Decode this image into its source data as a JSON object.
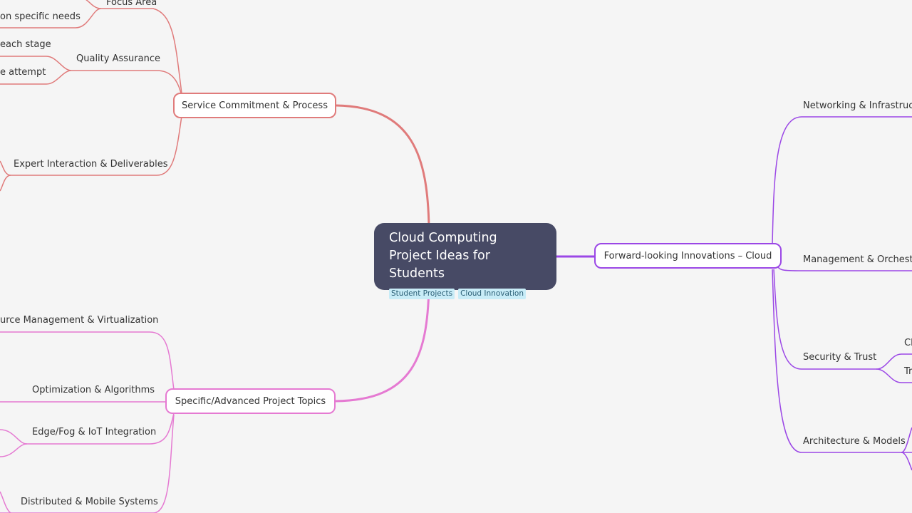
{
  "colors": {
    "background": "#f5f5f5",
    "central_fill": "#474a65",
    "branch_service": "#e07b7b",
    "branch_topics": "#e57ad2",
    "branch_innovations": "#9b47e6",
    "tag_fill": "#c8ecf7"
  },
  "central": {
    "title": "Cloud Computing Project Ideas for Students",
    "tags": [
      "Student Projects",
      "Cloud Innovation"
    ]
  },
  "branches": {
    "service": {
      "label": "Service Commitment & Process",
      "children": {
        "focus_area": "Focus Area",
        "specific_needs": "on specific needs",
        "quality_assurance": "Quality Assurance",
        "each_stage": "each stage",
        "attempt": "e attempt",
        "expert_interaction": "Expert Interaction & Deliverables"
      }
    },
    "topics": {
      "label": "Specific/Advanced Project Topics",
      "children": {
        "resource_mgmt": "urce Management & Virtualization",
        "optimization": "Optimization & Algorithms",
        "edge_fog": "Edge/Fog & IoT Integration",
        "distributed": "Distributed & Mobile Systems"
      }
    },
    "innovations": {
      "label": "Forward-looking Innovations – Cloud",
      "children": {
        "networking": "Networking & Infrastructu",
        "management": "Management & Orchestrat",
        "security": "Security & Trust",
        "security_c1": "Cl",
        "security_c2": "Tr",
        "architecture": "Architecture & Models"
      }
    }
  }
}
